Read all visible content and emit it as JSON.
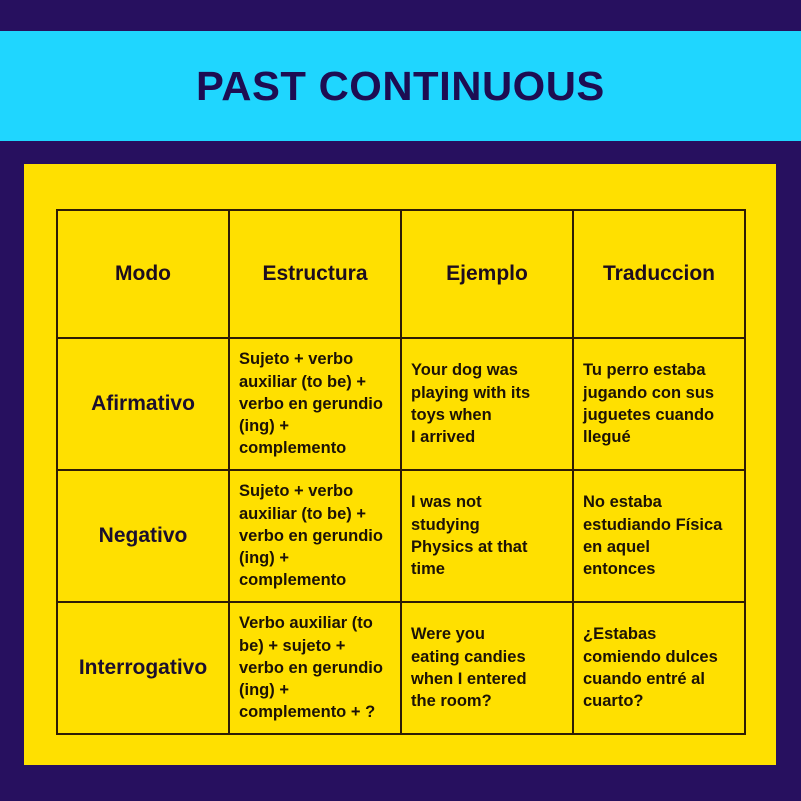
{
  "page": {
    "background_color": "#27105f",
    "banner_color": "#1fd6ff",
    "panel_color": "#ffe000",
    "title_color": "#1d0d52",
    "border_color": "#2e1c05"
  },
  "header": {
    "title": "PAST CONTINUOUS"
  },
  "table": {
    "columns": [
      {
        "key": "modo",
        "label": "Modo"
      },
      {
        "key": "estructura",
        "label": "Estructura"
      },
      {
        "key": "ejemplo",
        "label": "Ejemplo"
      },
      {
        "key": "traduccion",
        "label": "Traduccion"
      }
    ],
    "rows": [
      {
        "modo": "Afirmativo",
        "estructura": "Sujeto + verbo\nauxiliar (to be) +\nverbo en gerundio\n(ing) +\ncomplemento",
        "ejemplo": "Your dog was\nplaying with its\ntoys when\nI arrived",
        "traduccion": "Tu perro estaba\njugando con sus\njuguetes cuando\nllegué"
      },
      {
        "modo": "Negativo",
        "estructura": "Sujeto + verbo\nauxiliar (to be) +\nverbo en gerundio\n(ing) +\ncomplemento",
        "ejemplo": "I was not\nstudying\nPhysics at that\ntime",
        "traduccion": "No estaba\nestudiando Física\nen aquel\nentonces"
      },
      {
        "modo": "Interrogativo",
        "estructura": "Verbo auxiliar (to\nbe) + sujeto +\nverbo en gerundio\n(ing) +\ncomplemento + ?",
        "ejemplo": "Were you\neating candies\nwhen I entered\nthe room?",
        "traduccion": "¿Estabas\ncomiendo dulces\ncuando entré al\ncuarto?"
      }
    ]
  }
}
